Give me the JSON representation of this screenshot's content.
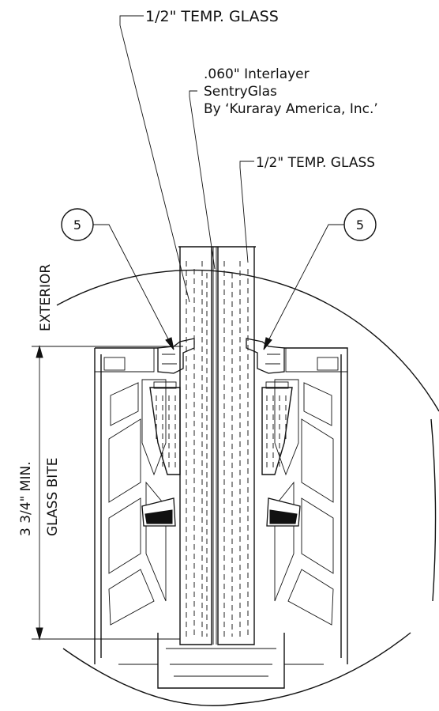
{
  "labels": {
    "glass_top": "1/2\" TEMP. GLASS",
    "interlayer_line1": ".060\" Interlayer",
    "interlayer_line2": "SentryGlas",
    "interlayer_line3": "By ‘Kuraray America, Inc.’",
    "glass_right": "1/2\" TEMP. GLASS",
    "exterior": "EXTERIOR",
    "dimension_line1": "3 3/4\" MIN.",
    "dimension_line2": "GLASS BITE"
  },
  "callouts": [
    {
      "id": "left",
      "number": "5"
    },
    {
      "id": "right",
      "number": "5"
    }
  ]
}
